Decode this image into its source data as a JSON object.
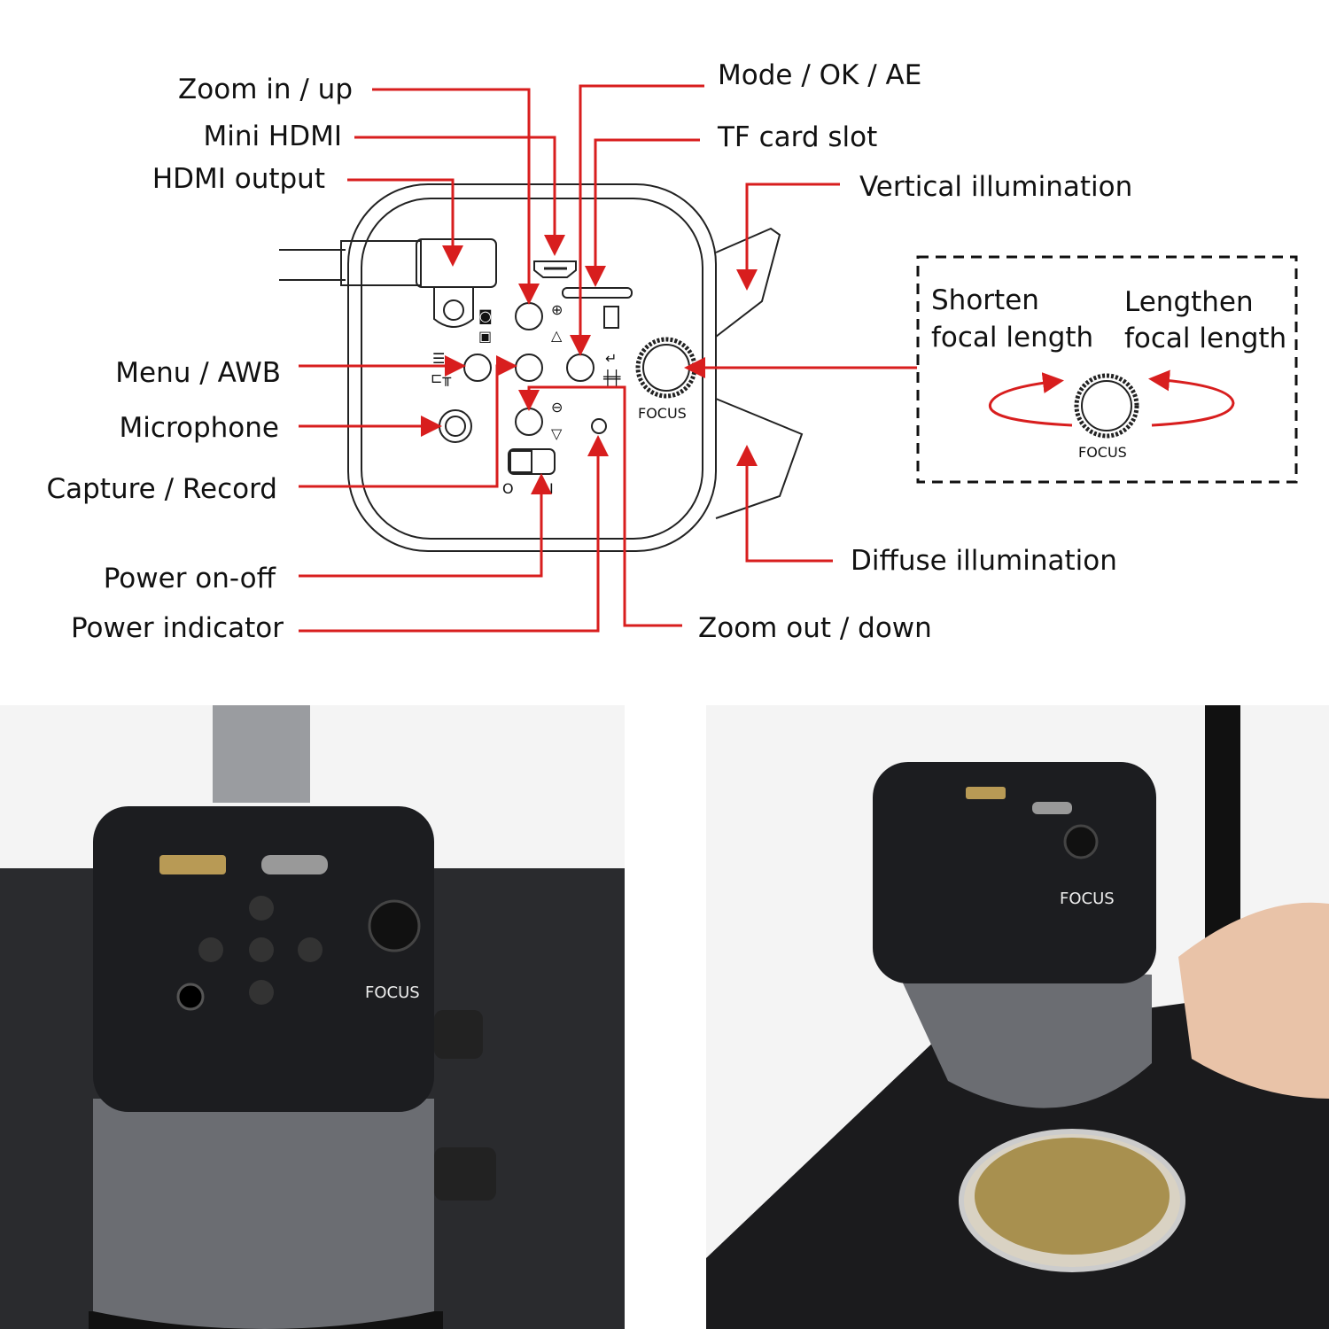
{
  "colors": {
    "leader": "#d81e1e",
    "outline": "#222222",
    "camera_body": "#1c1d20",
    "camera_ring": "#6b6d72",
    "stage": "#2a2b2e"
  },
  "labels": {
    "zoom_in_up": "Zoom in / up",
    "mini_hdmi": "Mini HDMI",
    "hdmi_output": "HDMI output",
    "menu_awb": "Menu / AWB",
    "microphone": "Microphone",
    "capture_record": "Capture / Record",
    "power_on_off": "Power on-off",
    "power_indicator": "Power indicator",
    "mode_ok_ae": "Mode / OK / AE",
    "tf_card_slot": "TF card slot",
    "vertical_illumination": "Vertical illumination",
    "diffuse_illumination": "Diffuse illumination",
    "zoom_out_down": "Zoom out / down"
  },
  "focus_box": {
    "shorten_line1": "Shorten",
    "shorten_line2": "focal length",
    "lengthen_line1": "Lengthen",
    "lengthen_line2": "focal length",
    "knob_label": "FOCUS"
  },
  "panel": {
    "focus_label": "FOCUS",
    "switch_off": "O",
    "switch_on": "I"
  },
  "photos": {
    "left_focus_label": "FOCUS",
    "right_focus_label": "FOCUS"
  }
}
